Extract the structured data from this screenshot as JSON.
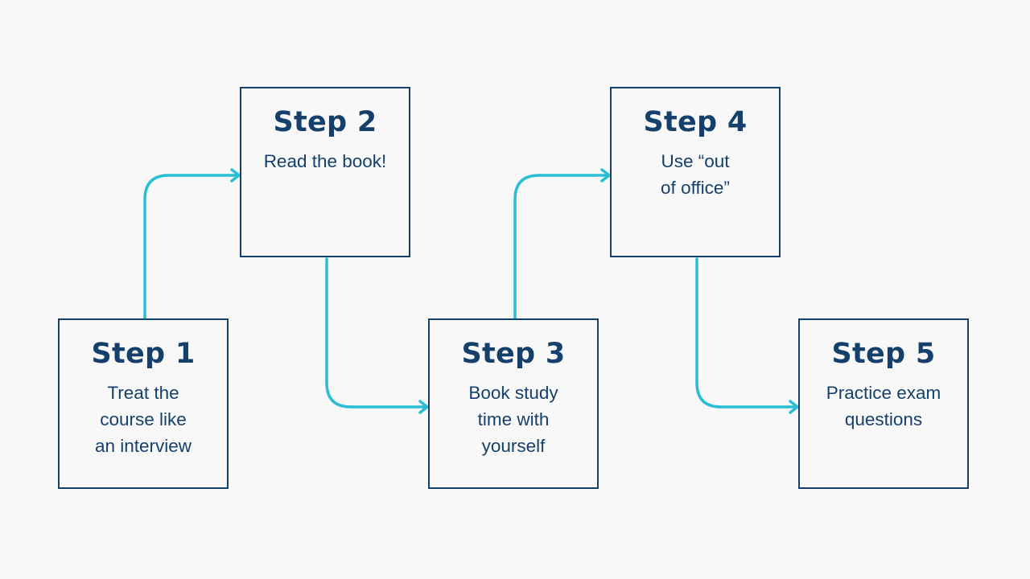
{
  "diagram": {
    "colors": {
      "box_border": "#15406b",
      "text": "#15406b",
      "connector": "#29bdd6",
      "background": "#f8f8f8"
    },
    "steps": [
      {
        "title": "Step 1",
        "text": "Treat the\ncourse like\nan interview"
      },
      {
        "title": "Step 2",
        "text": "Read the book!"
      },
      {
        "title": "Step 3",
        "text": "Book study\ntime with\nyourself"
      },
      {
        "title": "Step 4",
        "text": "Use “out\nof office”"
      },
      {
        "title": "Step 5",
        "text": "Practice exam\nquestions"
      }
    ],
    "connections": [
      {
        "from": "Step 1",
        "to": "Step 2"
      },
      {
        "from": "Step 2",
        "to": "Step 3"
      },
      {
        "from": "Step 3",
        "to": "Step 4"
      },
      {
        "from": "Step 4",
        "to": "Step 5"
      }
    ]
  }
}
